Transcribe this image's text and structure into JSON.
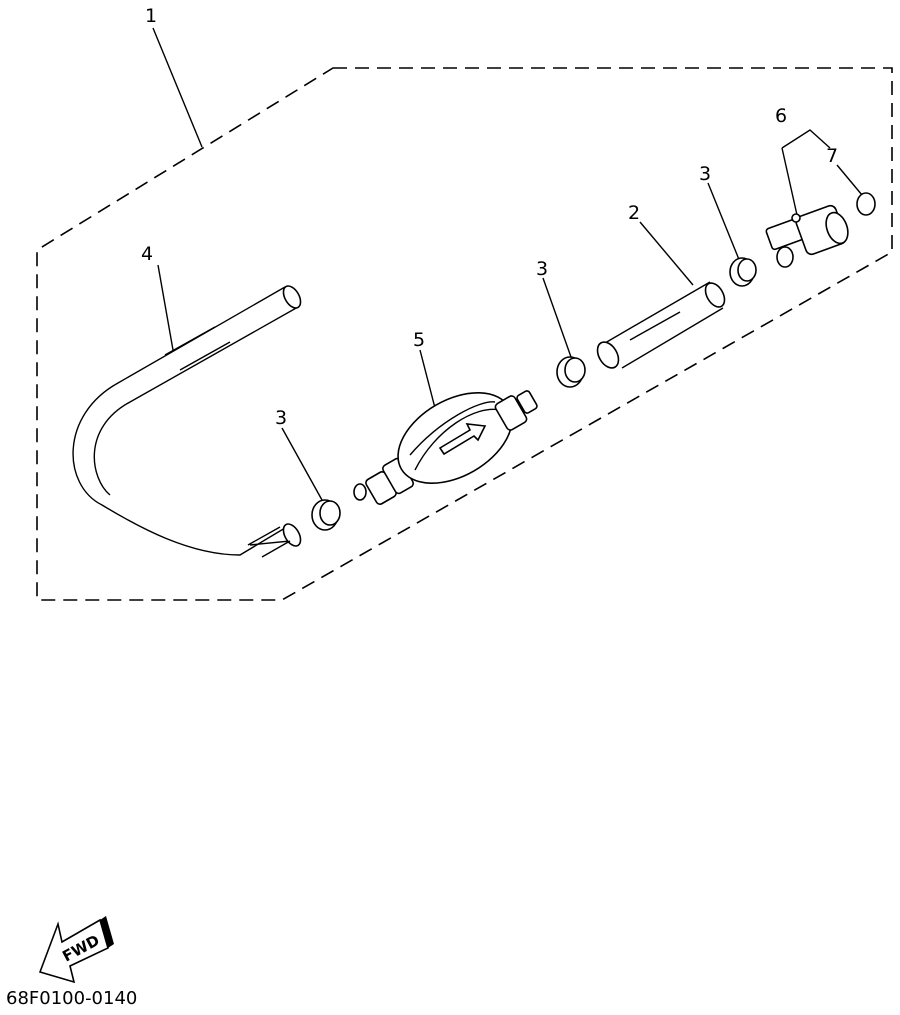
{
  "callouts": {
    "c1": "1",
    "c2": "2",
    "c3a": "3",
    "c3b": "3",
    "c3c": "3",
    "c4": "4",
    "c5": "5",
    "c6": "6",
    "c7": "7"
  },
  "fwd_label": "FWD",
  "diagram_code": "68F0100-0140"
}
